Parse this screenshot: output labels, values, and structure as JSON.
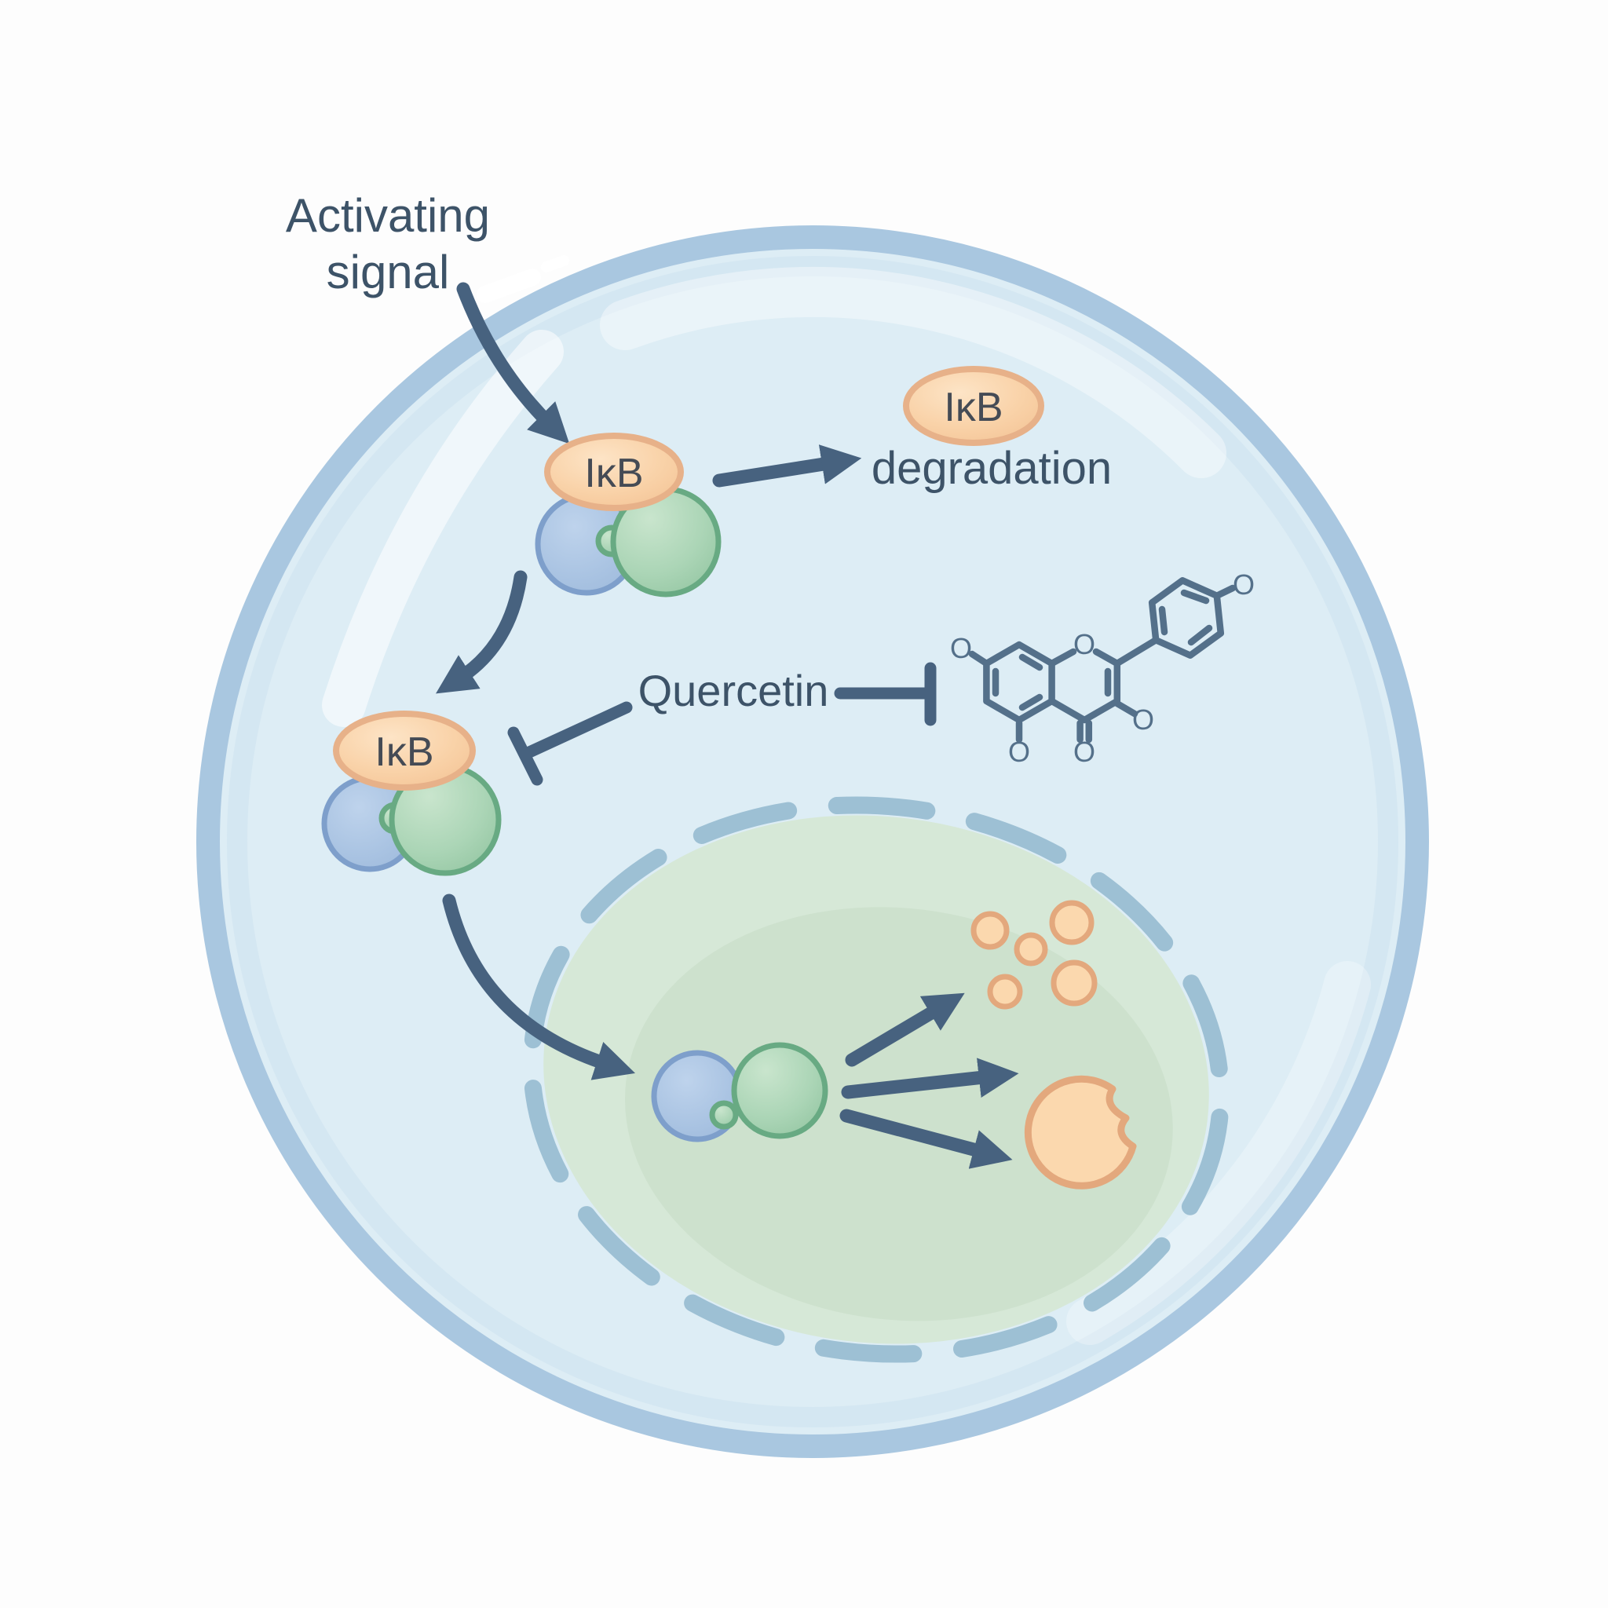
{
  "labels": {
    "activating_signal": [
      "Activating",
      "signal"
    ],
    "ikb": "IκB",
    "degradation": "degradation",
    "quercetin": "Quercetin"
  },
  "molecule": {
    "name": "quercetin-structure",
    "atom": "O"
  },
  "colors": {
    "background": "#fdfdfd",
    "cell_fill": "#ddedf5",
    "cell_membrane": "#a9c7e0",
    "nucleus_fill": "#d6e8d7",
    "nucleus_border": "#9dc0d4",
    "arrow": "#47627f",
    "text": "#3d5368",
    "ikb_oval_stroke": "#e7b189",
    "protein_blue": "#a9c3e2",
    "protein_green": "#a7d2b2",
    "molecule_line": "#54708a",
    "dot_fill": "#fbd8ae",
    "dot_stroke": "#e3a87d"
  }
}
